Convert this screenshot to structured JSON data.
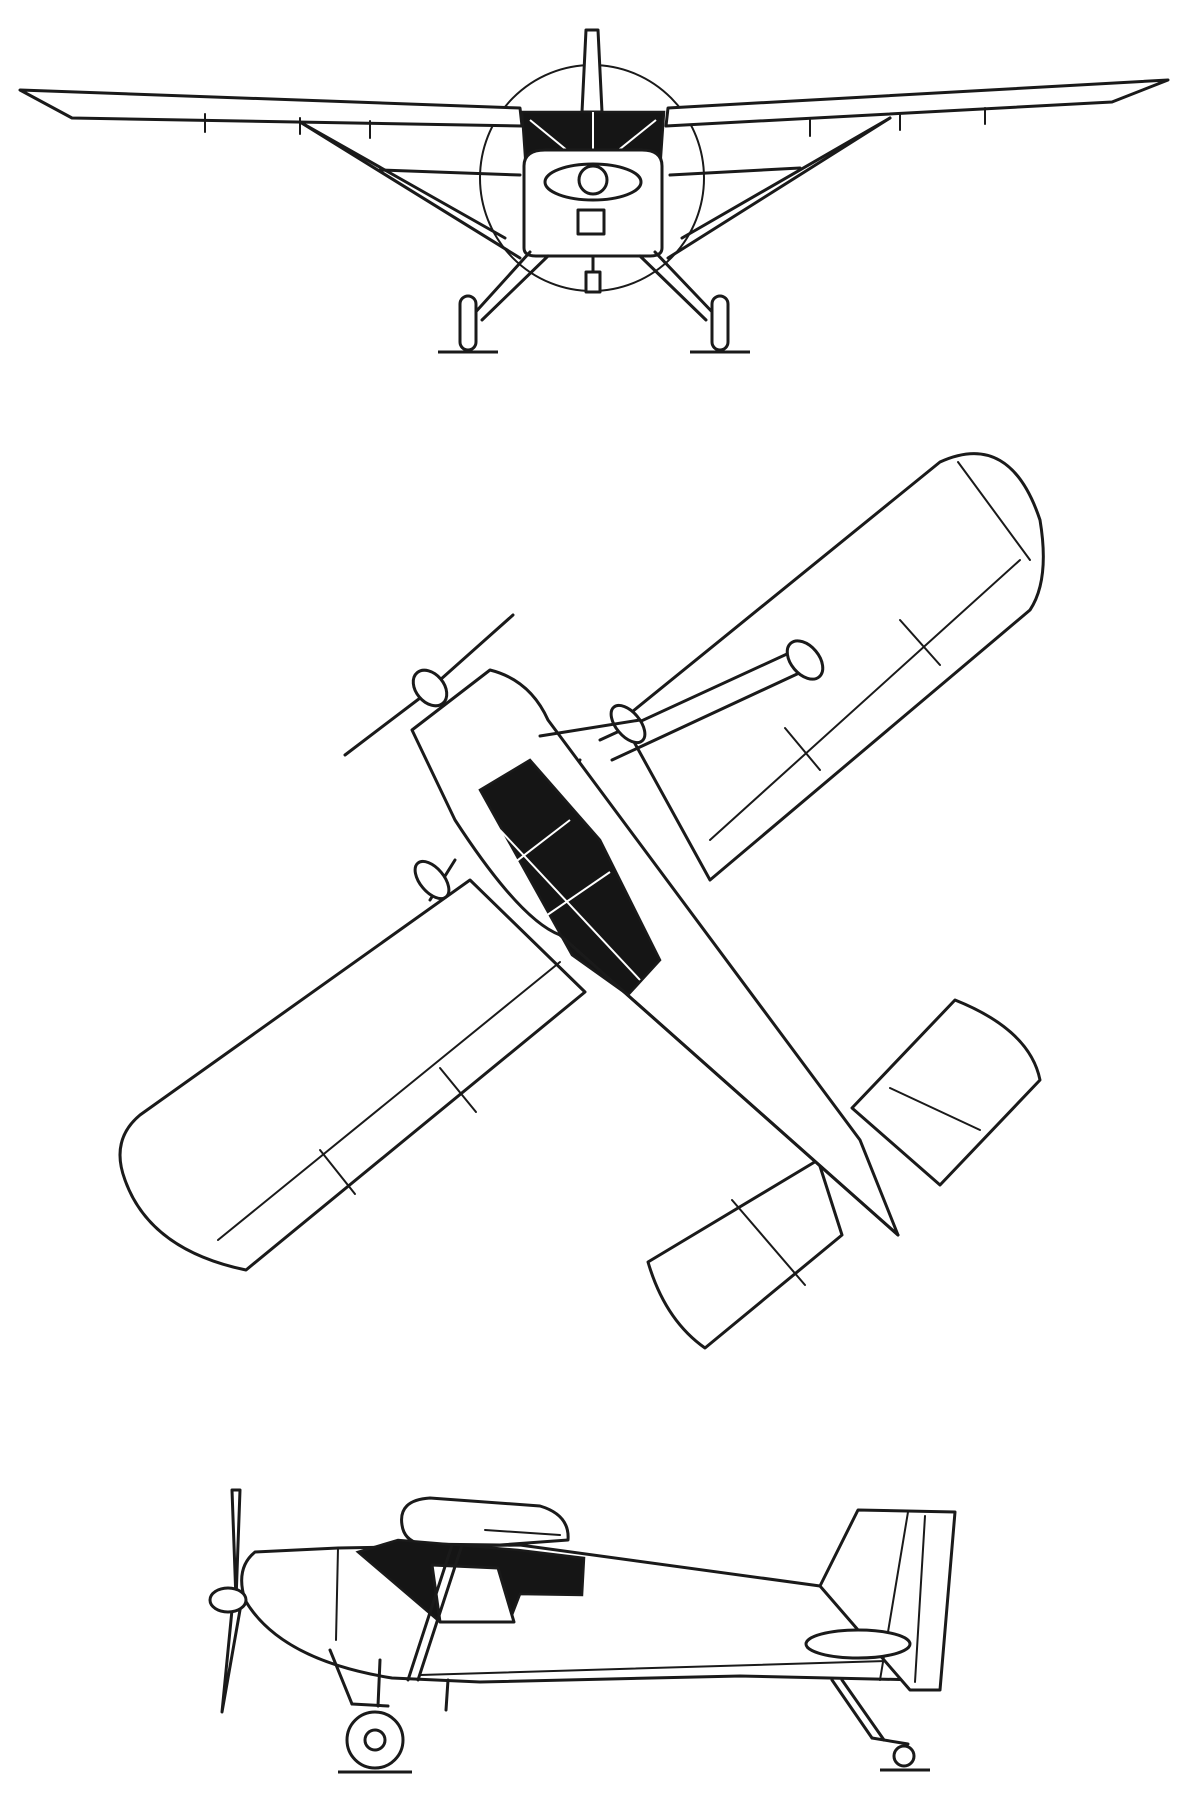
{
  "figure": {
    "views": [
      {
        "view": "front"
      },
      {
        "view": "plan"
      },
      {
        "view": "side"
      }
    ]
  },
  "colors": {
    "background": "#ffffff",
    "ink": "#1a1a1a",
    "glazing": "#151515"
  }
}
